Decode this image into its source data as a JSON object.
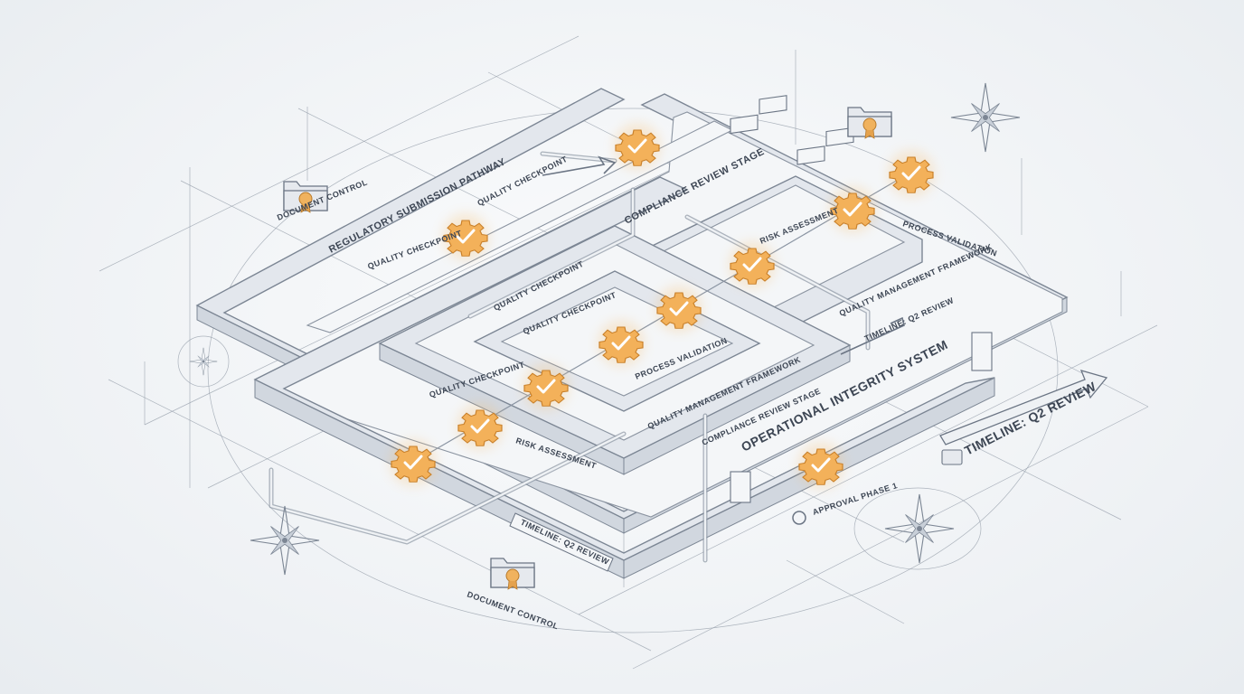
{
  "labels": {
    "regulatory_pathway": "REGULATORY SUBMISSION PATHWAY",
    "compliance_review": "COMPLIANCE REVIEW STAGE",
    "operational_integrity": "OPERATIONAL INTEGRITY SYSTEM",
    "timeline_right": "TIMELINE: Q2 REVIEW",
    "timeline_bottom": "TIMELINE: Q2 REVIEW",
    "quality_checkpoint_1": "QUALITY CHECKPOINT",
    "quality_checkpoint_2": "QUALITY CHECKPOINT",
    "quality_checkpoint_3": "QUALITY CHECKPOINT",
    "quality_checkpoint_4": "QUALITY CHECKPOINT",
    "quality_checkpoint_5": "QUALITY CHECKPOINT",
    "risk_assessment_1": "RISK ASSESSMENT",
    "risk_assessment_2": "RISK ASSESSMENT",
    "process_validation_1": "PROCESS VALIDATION",
    "process_validation_2": "PROCESS VALIDATION",
    "quality_mgmt_1": "QUALITY MANAGEMENT FRAMEWORK",
    "quality_mgmt_2": "QUALITY MANAGEMENT FRAMEWORK",
    "compliance_review_small": "COMPLIANCE REVIEW STAGE",
    "approval_phase": "APPROVAL PHASE 1",
    "document_control_1": "DOCUMENT CONTROL",
    "document_control_2": "DOCUMENT CONTROL"
  },
  "colors": {
    "accent": "#f3b15a",
    "line": "#7c8694",
    "background": "#eef1f4"
  },
  "icons": [
    "gear-check-icon",
    "folder-seal-icon",
    "compass-rose-icon",
    "arrow-icon",
    "calendar-icon"
  ]
}
